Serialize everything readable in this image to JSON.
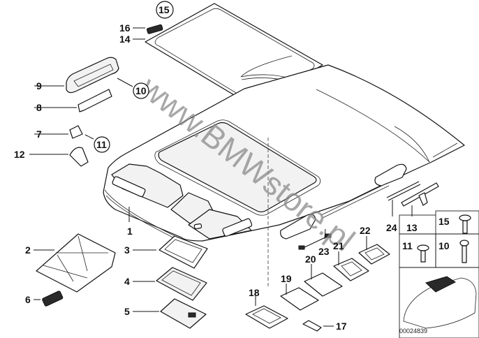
{
  "diagram": {
    "type": "parts-exploded-view",
    "subject": "Headliner / roof lining",
    "watermark": "www.BMWstore.pl",
    "document_number": "00024839",
    "callouts": [
      {
        "id": "1",
        "label": "1"
      },
      {
        "id": "2",
        "label": "2"
      },
      {
        "id": "3",
        "label": "3"
      },
      {
        "id": "4",
        "label": "4"
      },
      {
        "id": "5",
        "label": "5"
      },
      {
        "id": "6",
        "label": "6"
      },
      {
        "id": "7",
        "label": "7"
      },
      {
        "id": "8",
        "label": "8"
      },
      {
        "id": "9",
        "label": "9"
      },
      {
        "id": "10",
        "label": "10",
        "circled": true
      },
      {
        "id": "11",
        "label": "11",
        "circled": true
      },
      {
        "id": "12",
        "label": "12"
      },
      {
        "id": "13",
        "label": "13"
      },
      {
        "id": "14",
        "label": "14"
      },
      {
        "id": "15",
        "label": "15",
        "circled": true
      },
      {
        "id": "16",
        "label": "16"
      },
      {
        "id": "17",
        "label": "17"
      },
      {
        "id": "18",
        "label": "18"
      },
      {
        "id": "19",
        "label": "19"
      },
      {
        "id": "20",
        "label": "20"
      },
      {
        "id": "21",
        "label": "21"
      },
      {
        "id": "22",
        "label": "22"
      },
      {
        "id": "23",
        "label": "23"
      },
      {
        "id": "24",
        "label": "24"
      }
    ],
    "fastener_box": {
      "cells": [
        {
          "label": "15"
        },
        {
          "label": "11"
        },
        {
          "label": "10"
        }
      ]
    }
  }
}
